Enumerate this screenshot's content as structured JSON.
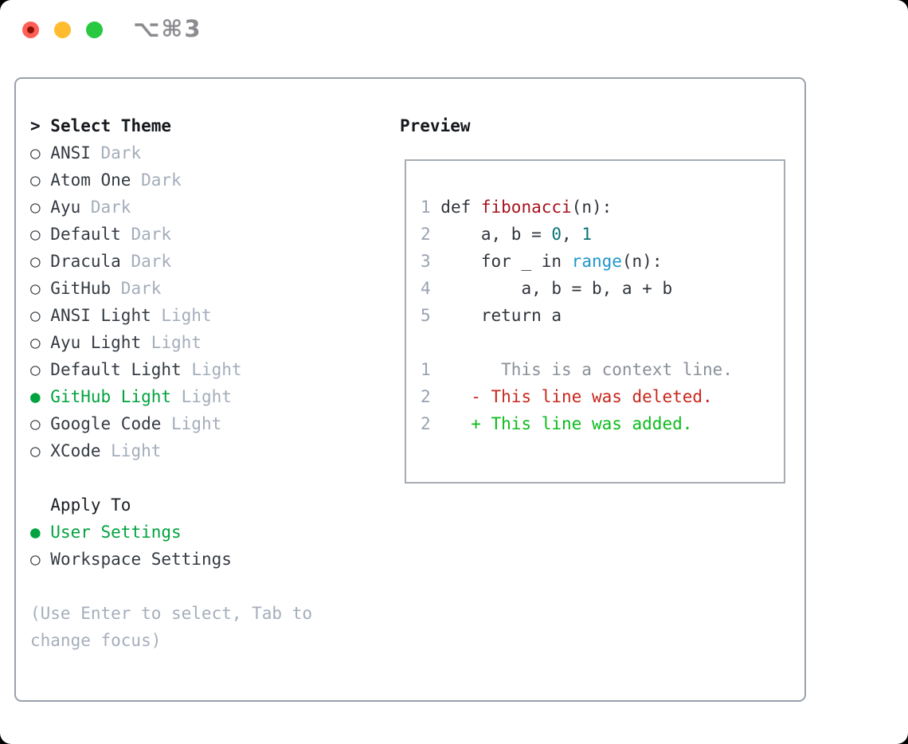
{
  "window": {
    "shortcut_label": "⌥⌘3",
    "traffic_lights": [
      "close",
      "minimize",
      "zoom"
    ]
  },
  "glyphs": {
    "prompt": ">",
    "radio_unselected": "○",
    "radio_selected": "●"
  },
  "colors": {
    "accent_green": "#00a33e",
    "function_red": "#a6121d",
    "number_teal": "#0a7175",
    "builtin_blue": "#1f96c9",
    "deleted_red": "#c8271c",
    "added_green": "#0cbb1d",
    "muted_gray": "#a4adbb",
    "traffic_red": "#ff5f57",
    "traffic_yellow": "#febc2e",
    "traffic_green": "#28c840"
  },
  "theme_picker": {
    "title": "Select Theme",
    "items": [
      {
        "name": "ANSI",
        "variant": "Dark",
        "selected": false
      },
      {
        "name": "Atom One",
        "variant": "Dark",
        "selected": false
      },
      {
        "name": "Ayu",
        "variant": "Dark",
        "selected": false
      },
      {
        "name": "Default",
        "variant": "Dark",
        "selected": false
      },
      {
        "name": "Dracula",
        "variant": "Dark",
        "selected": false
      },
      {
        "name": "GitHub",
        "variant": "Dark",
        "selected": false
      },
      {
        "name": "ANSI Light",
        "variant": "Light",
        "selected": false
      },
      {
        "name": "Ayu Light",
        "variant": "Light",
        "selected": false
      },
      {
        "name": "Default Light",
        "variant": "Light",
        "selected": false
      },
      {
        "name": "GitHub Light",
        "variant": "Light",
        "selected": true
      },
      {
        "name": "Google Code",
        "variant": "Light",
        "selected": false
      },
      {
        "name": "XCode",
        "variant": "Light",
        "selected": false
      }
    ]
  },
  "apply_to": {
    "title": "Apply To",
    "options": [
      {
        "name": "User Settings",
        "selected": true
      },
      {
        "name": "Workspace Settings",
        "selected": false
      }
    ]
  },
  "hint_lines": [
    "(Use Enter to select, Tab to",
    "change focus)"
  ],
  "preview": {
    "title": "Preview",
    "code_lines": [
      {
        "num": "1",
        "segments": [
          {
            "text": "def ",
            "style": "code"
          },
          {
            "text": "fibonacci",
            "style": "function"
          },
          {
            "text": "(n):",
            "style": "code"
          }
        ]
      },
      {
        "num": "2",
        "segments": [
          {
            "text": "    a, b = ",
            "style": "code"
          },
          {
            "text": "0",
            "style": "number"
          },
          {
            "text": ", ",
            "style": "code"
          },
          {
            "text": "1",
            "style": "number"
          }
        ]
      },
      {
        "num": "3",
        "segments": [
          {
            "text": "    for _ in ",
            "style": "code"
          },
          {
            "text": "range",
            "style": "builtin"
          },
          {
            "text": "(n):",
            "style": "code"
          }
        ]
      },
      {
        "num": "4",
        "segments": [
          {
            "text": "        a, b = b, a + b",
            "style": "code"
          }
        ]
      },
      {
        "num": "5",
        "segments": [
          {
            "text": "    return a",
            "style": "code"
          }
        ]
      }
    ],
    "diff_lines": [
      {
        "num": "1",
        "segments": [
          {
            "text": "      This is a context line.",
            "style": "context"
          }
        ]
      },
      {
        "num": "2",
        "segments": [
          {
            "text": "   - This line was deleted.",
            "style": "deleted"
          }
        ]
      },
      {
        "num": "2",
        "segments": [
          {
            "text": "   + This line was added.",
            "style": "added"
          }
        ]
      }
    ]
  }
}
